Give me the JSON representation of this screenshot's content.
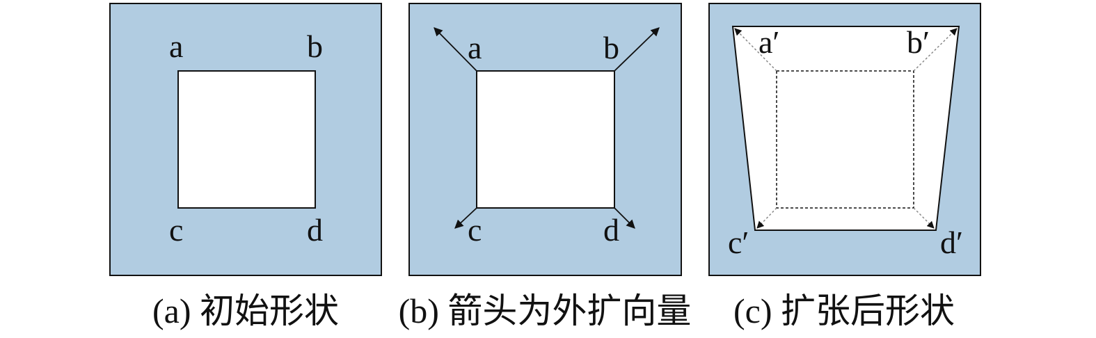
{
  "panels": [
    {
      "caption": "(a) 初始形状",
      "labels": {
        "a": "a",
        "b": "b",
        "c": "c",
        "d": "d"
      }
    },
    {
      "caption": "(b) 箭头为外扩向量",
      "labels": {
        "a": "a",
        "b": "b",
        "c": "c",
        "d": "d"
      }
    },
    {
      "caption": "(c) 扩张后形状",
      "labels": {
        "a": "a′",
        "b": "b′",
        "c": "c′",
        "d": "d′"
      }
    }
  ],
  "colors": {
    "panel_fill": "#b1cce1",
    "shape_fill": "#ffffff",
    "stroke": "#111111"
  }
}
